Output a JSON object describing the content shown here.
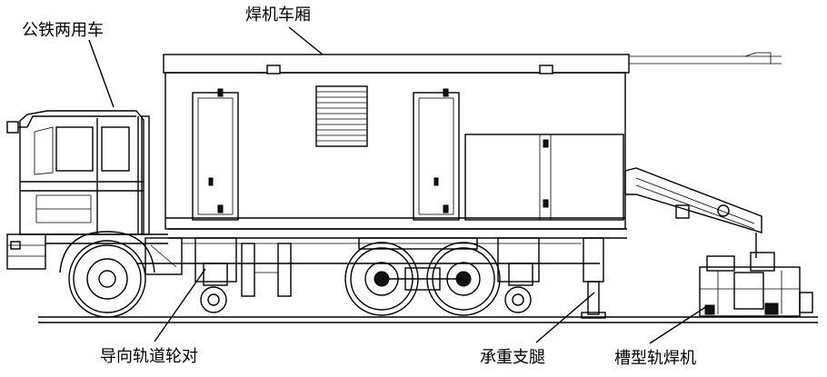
{
  "labels": {
    "road_rail_vehicle": "公铁两用车",
    "welder_compartment": "焊机车厢",
    "guide_rail_wheelset": "导向轨道轮对",
    "load_support_leg": "承重支腿",
    "channel_rail_welder": "槽型轨焊机"
  },
  "colors": {
    "line": "#000000",
    "background": "#ffffff"
  }
}
